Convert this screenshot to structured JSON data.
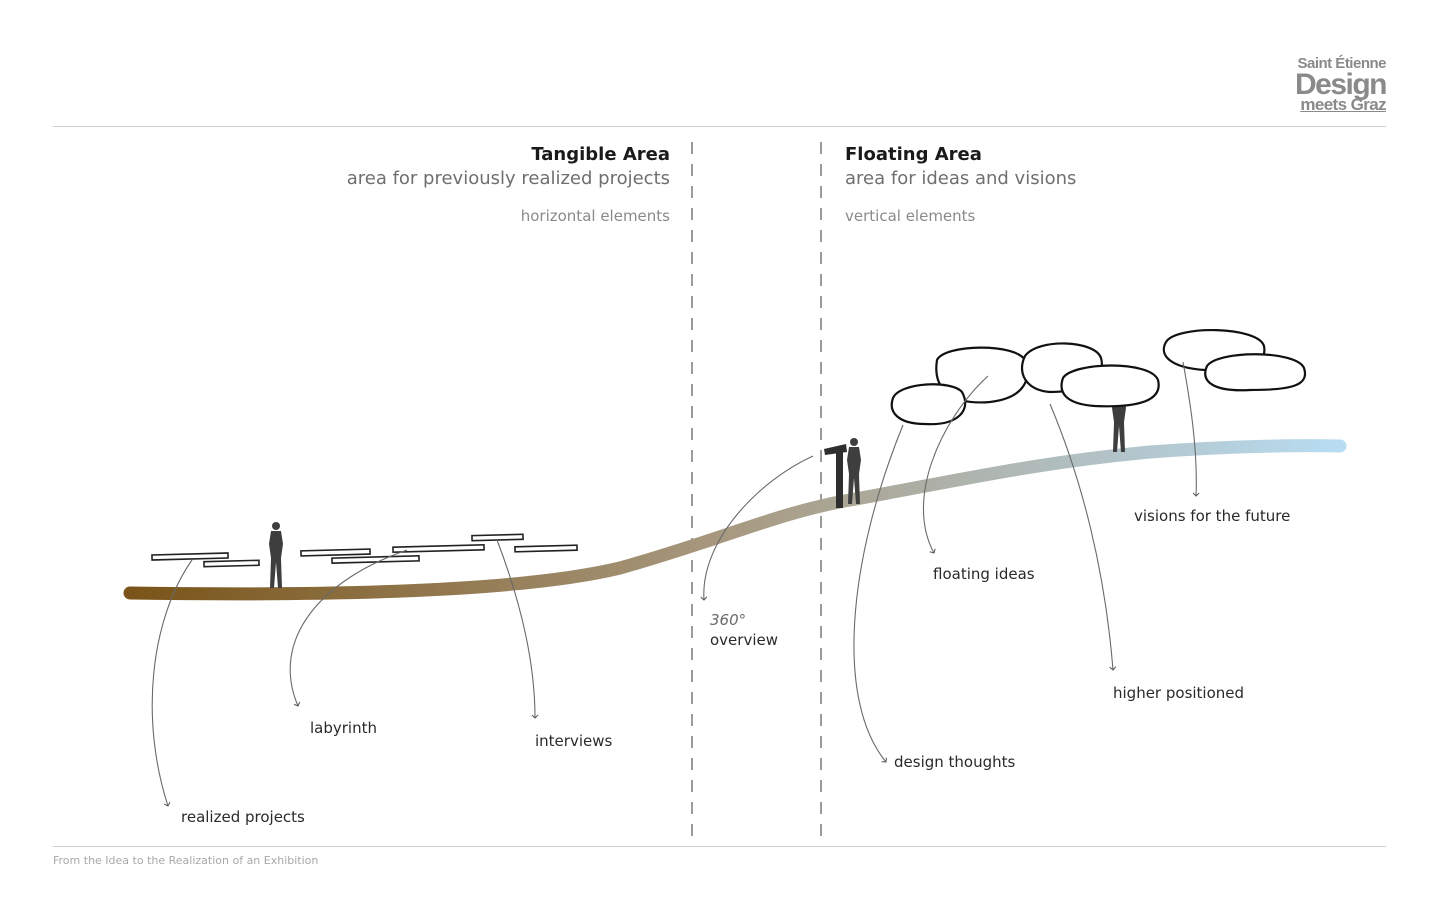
{
  "logo": {
    "line1": "Saint Étienne",
    "line2": "Design",
    "line3": "meets Graz"
  },
  "tangible": {
    "title": "Tangible Area",
    "subtitle": "area for previously realized projects",
    "elements": "horizontal elements"
  },
  "floating": {
    "title": "Floating Area",
    "subtitle": "area for ideas and visions",
    "elements": "vertical elements"
  },
  "labels": {
    "realized_projects": "realized projects",
    "labyrinth": "labyrinth",
    "interviews": "interviews",
    "overview_degrees": "360°",
    "overview": "overview",
    "floating_ideas": "floating ideas",
    "design_thoughts": "design thoughts",
    "higher_positioned": "higher positioned",
    "visions_future": "visions for the future"
  },
  "colors": {
    "path_start": "#7a5418",
    "path_mid": "#a89a82",
    "path_end": "#b8dcf2"
  },
  "footer": "From the Idea to the Realization of an Exhibition"
}
